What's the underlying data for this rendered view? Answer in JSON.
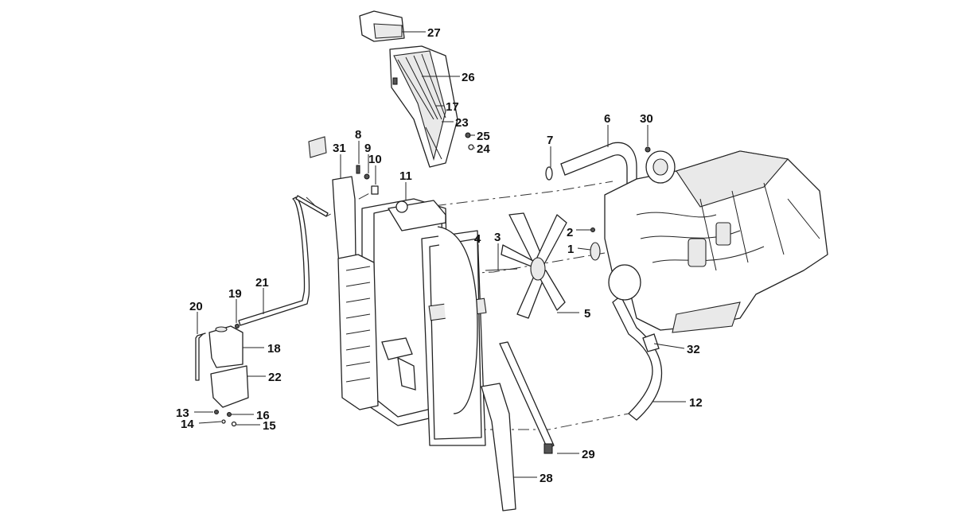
{
  "diagram": {
    "title": "Cooling system exploded view",
    "callouts": {
      "c1": "1",
      "c2": "2",
      "c3": "3",
      "c4": "4",
      "c5": "5",
      "c6": "6",
      "c7": "7",
      "c8": "8",
      "c9": "9",
      "c10": "10",
      "c11": "11",
      "c12": "12",
      "c13": "13",
      "c14": "14",
      "c15": "15",
      "c16": "16",
      "c17": "17",
      "c18": "18",
      "c19": "19",
      "c20": "20",
      "c21": "21",
      "c22": "22",
      "c23": "23",
      "c24": "24",
      "c25": "25",
      "c26": "26",
      "c27": "27",
      "c28": "28",
      "c29": "29",
      "c30": "30",
      "c31": "31",
      "c32": "32"
    }
  }
}
